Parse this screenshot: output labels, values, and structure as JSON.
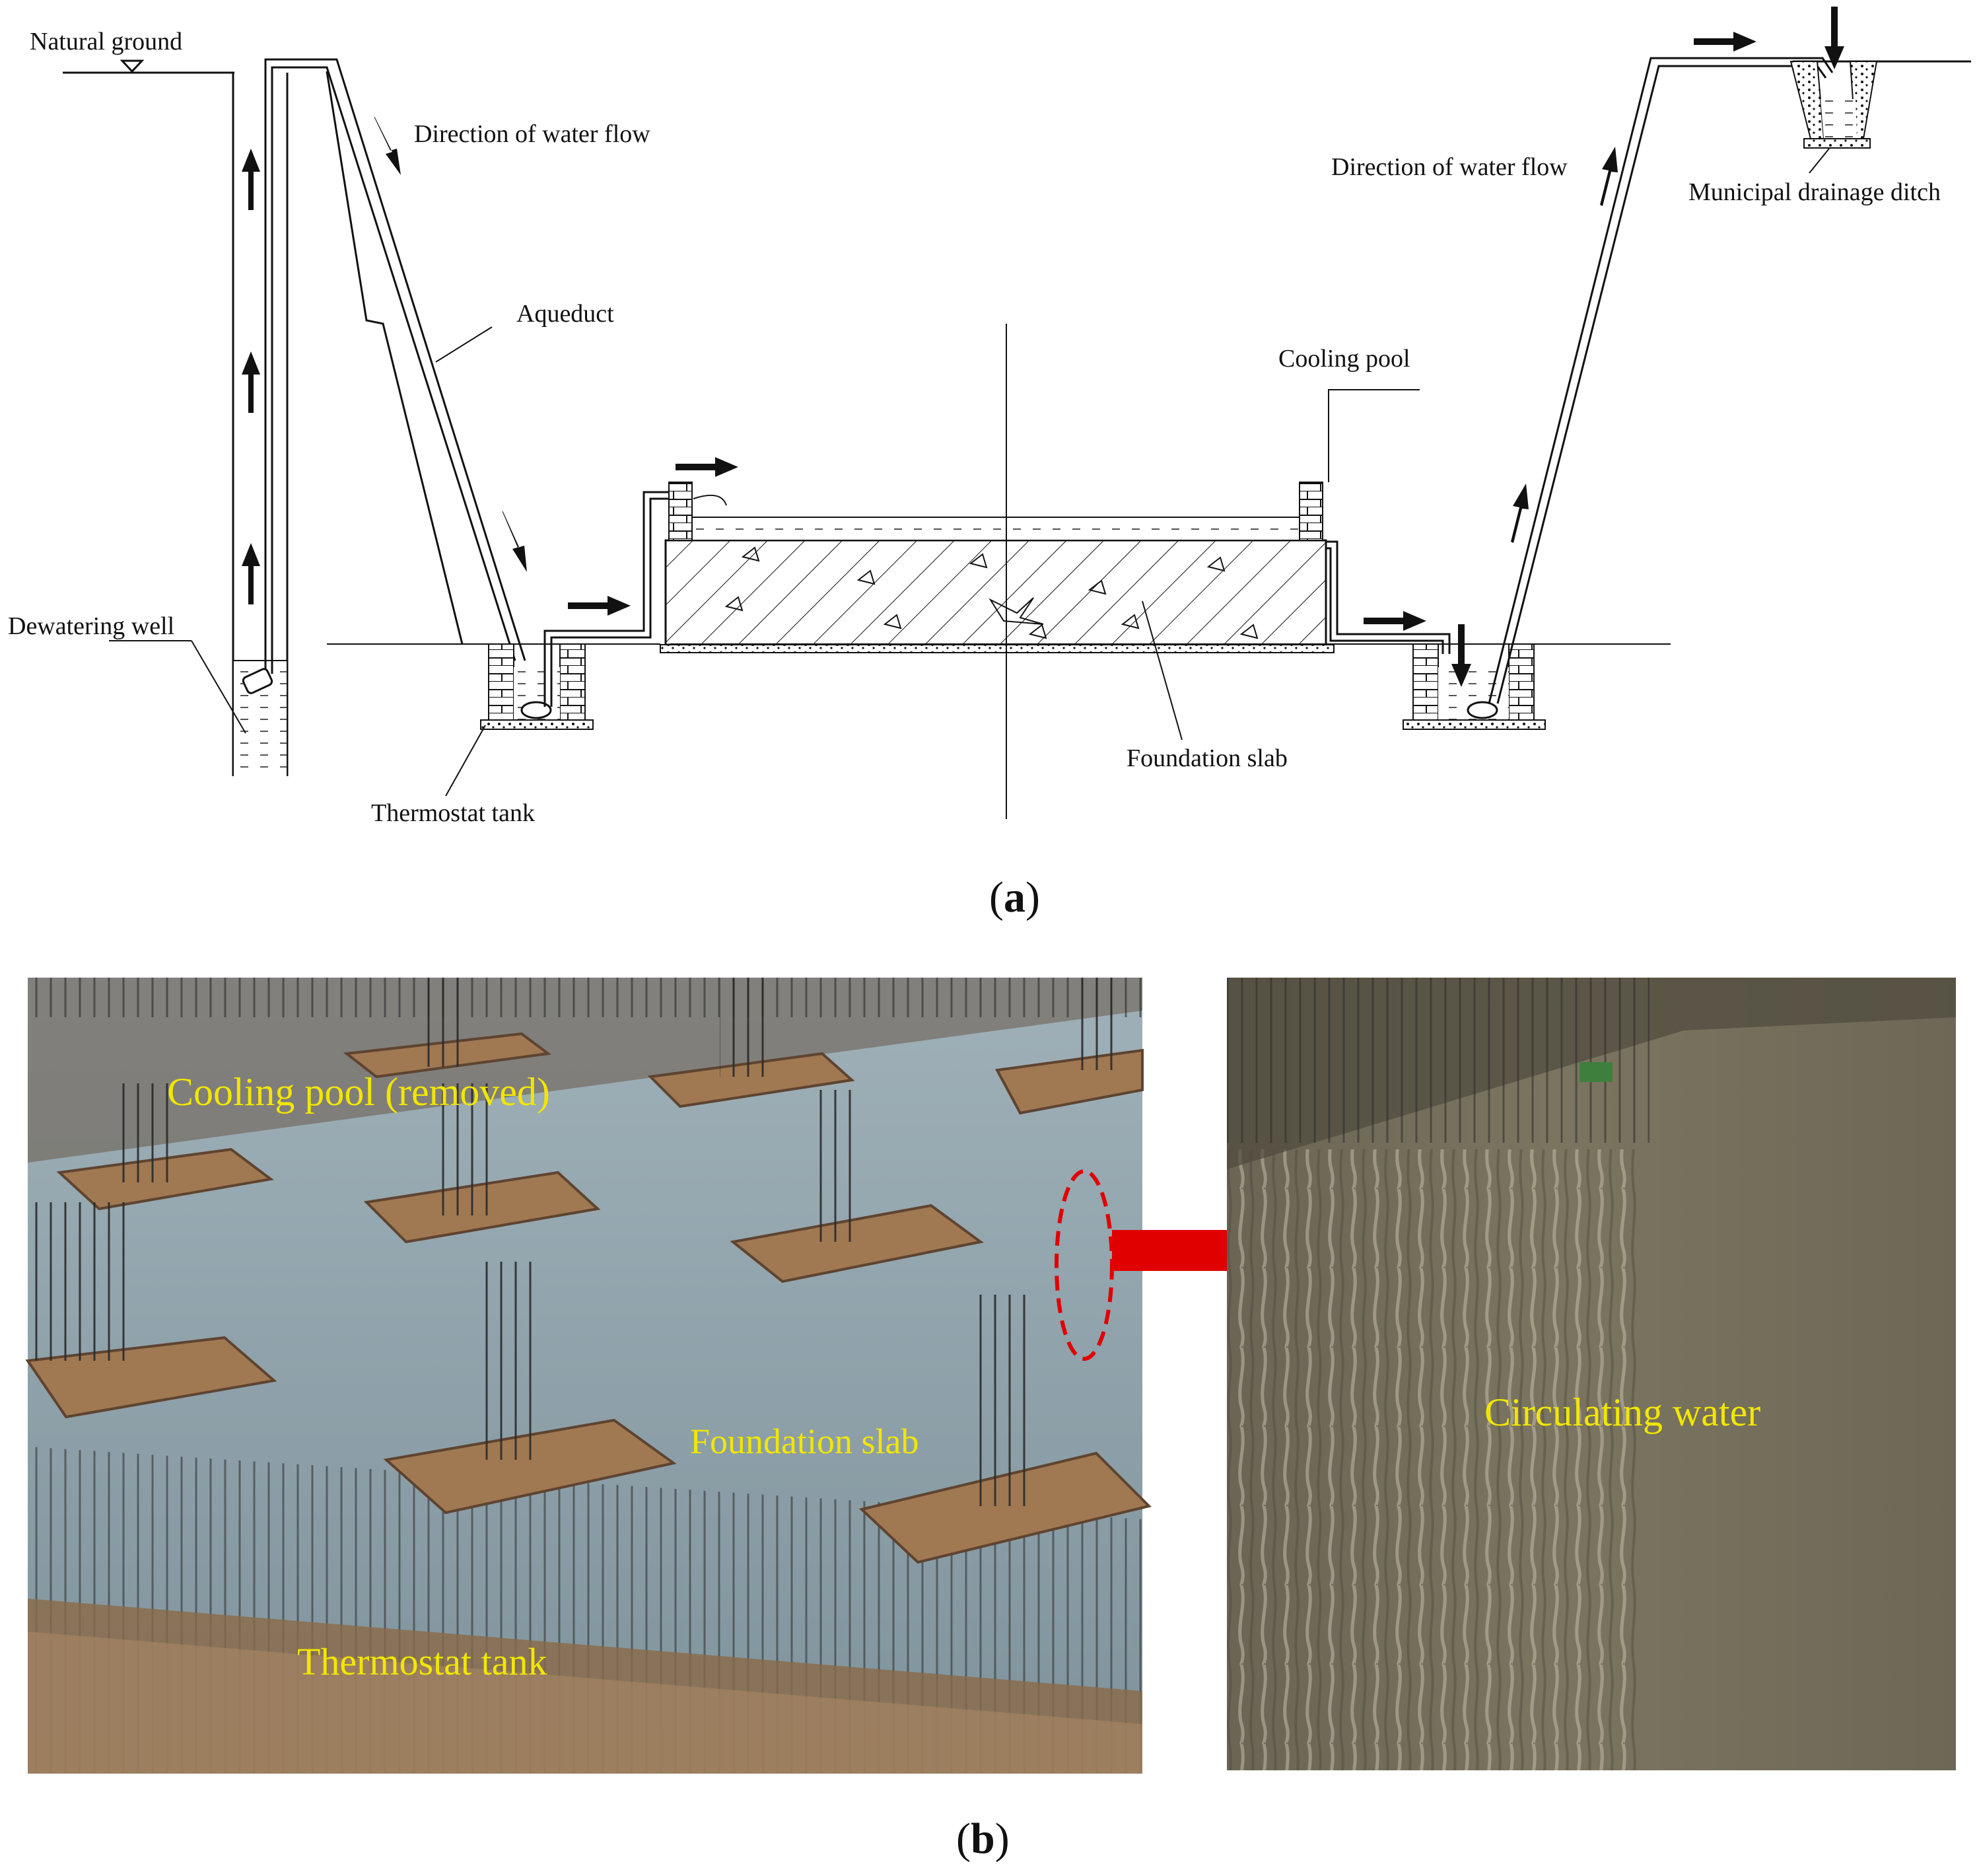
{
  "diagram": {
    "labels": {
      "natural_ground": "Natural ground",
      "flow_left": "Direction of water flow",
      "aqueduct": "Aqueduct",
      "dewatering_well": "Dewatering well",
      "thermostat_tank": "Thermostat tank",
      "cooling_pool": "Cooling pool",
      "foundation_slab": "Foundation slab",
      "flow_right": "Direction of water flow",
      "drainage_ditch": "Municipal drainage ditch"
    },
    "caption_letter": "a"
  },
  "photos": {
    "left": {
      "cooling_pool_removed": "Cooling pool (removed)",
      "foundation_slab": "Foundation slab",
      "thermostat_tank": "Thermostat tank"
    },
    "right": {
      "circulating_water": "Circulating water"
    },
    "caption_letter": "b"
  },
  "colors": {
    "line": "#111111",
    "photo_label": "#f2e600",
    "highlight_red": "#e00000"
  }
}
